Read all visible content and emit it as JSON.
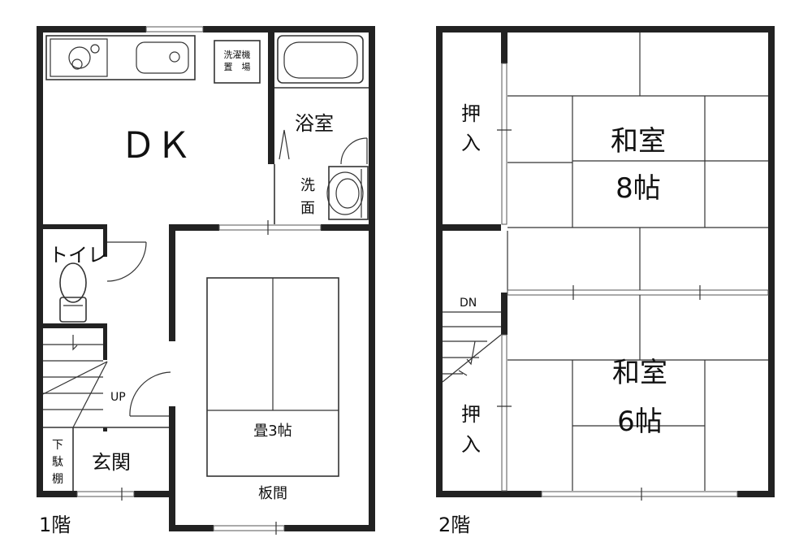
{
  "floor1": {
    "title": "1階",
    "rooms": {
      "dk": "ＤＫ",
      "washer": [
        "洗濯機",
        "置　場"
      ],
      "bath": "浴室",
      "washroom": [
        "洗",
        "面"
      ],
      "toilet": "トイレ",
      "up": "UP",
      "shoe_cabinet": [
        "下",
        "駄",
        "棚"
      ],
      "entrance": "玄関",
      "tatami": "畳3帖",
      "wood_floor": "板間"
    }
  },
  "floor2": {
    "title": "2階",
    "rooms": {
      "closet_upper": [
        "押",
        "入"
      ],
      "washitsu8": [
        "和室",
        "8帖"
      ],
      "dn": "DN",
      "closet_lower": [
        "押",
        "入"
      ],
      "washitsu6": [
        "和室",
        "6帖"
      ]
    }
  }
}
